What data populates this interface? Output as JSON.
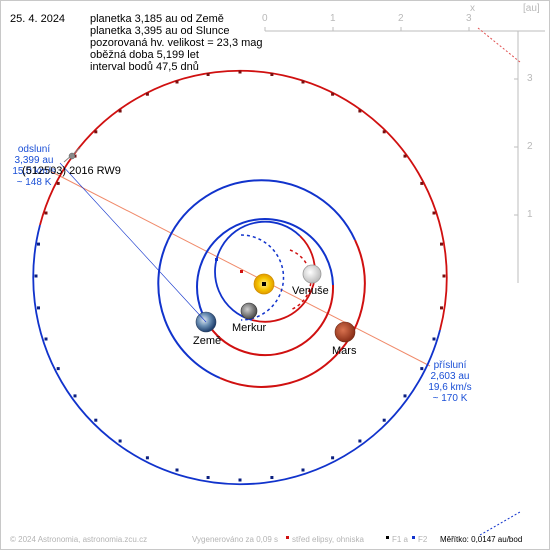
{
  "date": "25. 4. 2024",
  "info": [
    "planetka 3,185 au od Země",
    "planetka 3,395 au od Slunce",
    "pozorovaná hv. velikost = 23,3 mag",
    "oběžná doba 5,199 let",
    "interval bodů 47,5 dnů"
  ],
  "object_name": "(512503) 2016 RW9",
  "aphelion": {
    "title": "odsluní",
    "distance": "3,399 au",
    "speed": "15,0 km/s",
    "temperature": "~ 148 K"
  },
  "perihelion": {
    "title": "přísluní",
    "distance": "2,603 au",
    "speed": "19,6 km/s",
    "temperature": "~ 170 K"
  },
  "planets": {
    "earth": "Země",
    "mercury": "Merkur",
    "venus": "Venuše",
    "mars": "Mars"
  },
  "axes": {
    "x_ticks": [
      "0",
      "1",
      "2",
      "3"
    ],
    "y_ticks": [
      "1",
      "2",
      "3"
    ],
    "x_label": "x",
    "unit_label": "[au]"
  },
  "footer": {
    "copyright": "© 2024 Astronomia, astronomia.zcu.cz",
    "generated": "Vygenerováno za 0,09 s",
    "legend_center": "střed elipsy, ohniska",
    "legend_f1": "F1 a",
    "legend_f2": "F2",
    "scale": "Měřítko: 0,0147 au/bod"
  },
  "colors": {
    "orbit_red": "#d01010",
    "orbit_blue": "#1133cc",
    "sun": "#f5c400",
    "mars": "#b8472a",
    "label_blue": "#1a4fd6",
    "footer_gray": "#b4b4b4"
  }
}
